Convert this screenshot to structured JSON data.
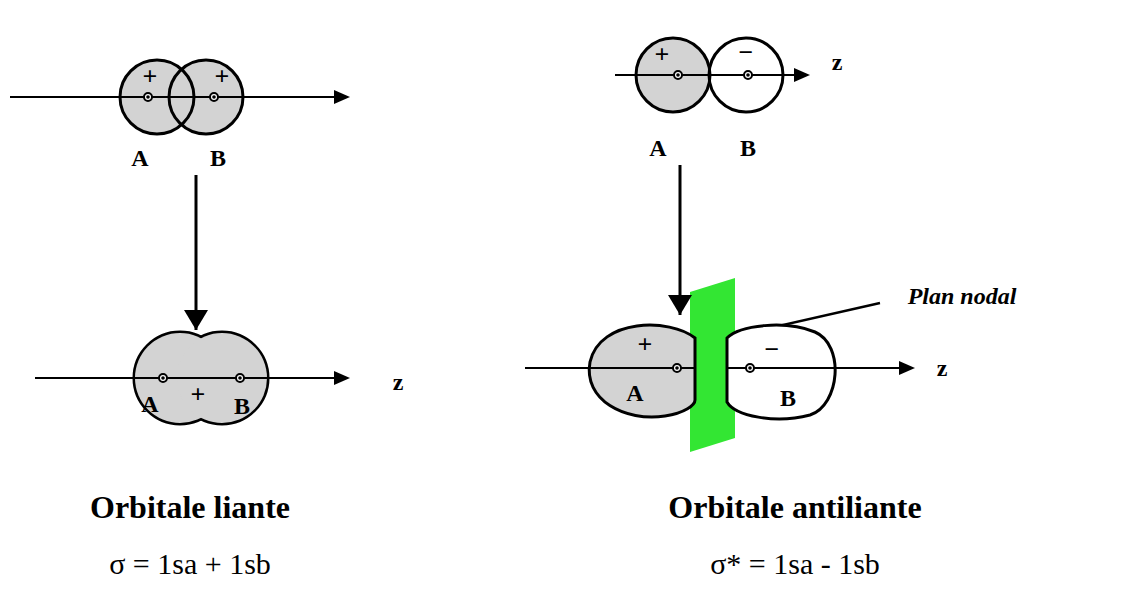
{
  "diagram": {
    "nodes": [
      {
        "text": [
          "+",
          "+",
          "A",
          "B"
        ]
      },
      {
        "text": [
          "+",
          "−",
          "A",
          "B"
        ]
      },
      {
        "text": [
          "A",
          "+",
          "B"
        ]
      },
      {
        "text": [
          "+",
          "−",
          "A",
          "B"
        ]
      }
    ],
    "edges": [
      {
        "from": 0,
        "to": 2,
        "arrow": "to"
      },
      {
        "from": 1,
        "to": 3,
        "arrow": "to"
      }
    ],
    "labels": [
      "z",
      "Plan nodal",
      "z",
      "z",
      "Orbitale liante",
      "σ = 1sa + 1sb",
      "Orbitale antiliante",
      "σ* = 1sa - 1sb"
    ]
  }
}
